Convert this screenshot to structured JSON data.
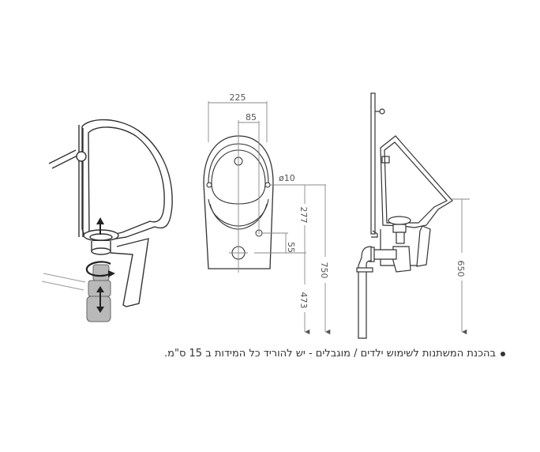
{
  "diagram": {
    "title": "Urinal installation dimensions",
    "colors": {
      "line": "#333333",
      "dimension_line": "#888888",
      "text": "#555555",
      "trap_fill": "#b9b9b9"
    },
    "views": [
      {
        "name": "perspective-installation-view",
        "callouts": [
          "lift-arrow",
          "rotate-arrow",
          "adjust-height-arrow"
        ]
      },
      {
        "name": "front-view"
      },
      {
        "name": "side-view"
      }
    ],
    "front_view": {
      "width_label": "225",
      "center_offset_label": "85",
      "fixing_hole_label": "ø10",
      "dim_277": "277",
      "dim_55": "55",
      "dim_750": "750",
      "dim_473": "473"
    },
    "side_view": {
      "dim_650": "650"
    }
  },
  "note": {
    "text": "בהכנת המשתנות לשימוש ילדים / מוגבלים - יש להוריד כל המידות ב 15 ס\"מ."
  }
}
